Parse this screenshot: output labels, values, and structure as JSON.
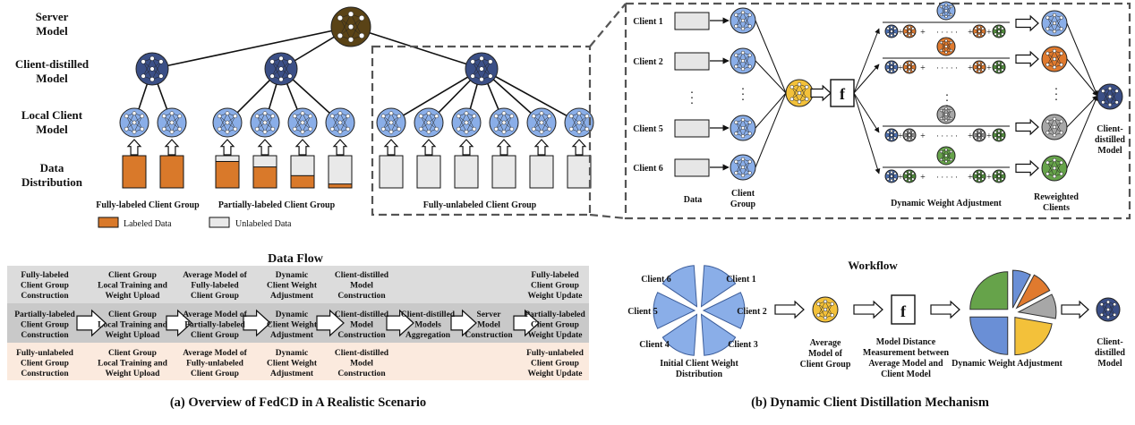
{
  "left": {
    "level_labels": [
      [
        "Server",
        "Model"
      ],
      [
        "Client-distilled",
        "Model"
      ],
      [
        "Local Client",
        "Model"
      ],
      [
        "Data",
        "Distribution"
      ]
    ],
    "group_labels": [
      "Fully-labeled Client Group",
      "Partially-labeled Client Group",
      "Fully-unlabeled Client Group"
    ],
    "labeled_fractions": [
      1,
      1,
      0.82,
      0.65,
      0.38,
      0.12,
      0,
      0,
      0,
      0,
      0,
      0
    ],
    "legend": {
      "labeled": "Labeled Data",
      "unlabeled": "Unlabeled Data"
    }
  },
  "dataflow": {
    "title": "Data Flow",
    "rows": [
      [
        [
          "Fully-labeled",
          "Client Group",
          "Construction"
        ],
        [
          "Client Group",
          "Local Training and",
          "Weight Upload"
        ],
        [
          "Average Model of",
          "Fully-labeled",
          "Client Group"
        ],
        [
          "Dynamic",
          "Client Weight",
          "Adjustment"
        ],
        [
          "Client-distilled",
          "Model",
          "Construction"
        ],
        [
          "Fully-labeled",
          "Client Group",
          "Weight Update"
        ]
      ],
      [
        [
          "Partially-labeled",
          "Client Group",
          "Construction"
        ],
        [
          "Client Group",
          "Local Training and",
          "Weight Upload"
        ],
        [
          "Average Model of",
          "Partially-labeled",
          "Client Group"
        ],
        [
          "Dynamic",
          "Client Weight",
          "Adjustment"
        ],
        [
          "Client-distilled",
          "Model",
          "Construction"
        ],
        [
          "Client-distilled",
          "Models",
          "Aggregation"
        ],
        [
          "Server",
          "Model",
          "Construction"
        ],
        [
          "Partially-labeled",
          "Client Group",
          "Weight Update"
        ]
      ],
      [
        [
          "Fully-unlabeled",
          "Client Group",
          "Construction"
        ],
        [
          "Client Group",
          "Local Training and",
          "Weight Upload"
        ],
        [
          "Average Model of",
          "Fully-unlabeled",
          "Client Group"
        ],
        [
          "Dynamic",
          "Client Weight",
          "Adjustment"
        ],
        [
          "Client-distilled",
          "Model",
          "Construction"
        ],
        [
          "Fully-unlabeled",
          "Client Group",
          "Weight Update"
        ]
      ]
    ]
  },
  "caption_a": "(a) Overview of FedCD in A Realistic Scenario",
  "right": {
    "clients": [
      "Client 1",
      "Client 2",
      "Client 5",
      "Client 6"
    ],
    "ellipsis": ". . .",
    "f_symbol": "f",
    "plus_row": "+  +  · · · +  +",
    "data_label": "Data",
    "client_group_label": [
      "Client",
      "Group"
    ],
    "dwa_label": "Dynamic Weight Adjustment",
    "reweighted_label": [
      "Reweighted",
      "Clients"
    ],
    "distilled_label": [
      "Client-",
      "distilled",
      "Model"
    ]
  },
  "workflow": {
    "title": "Workflow",
    "pie_clients": [
      "Client 6",
      "Client 1",
      "Client 5",
      "Client 2",
      "Client 4",
      "Client 3"
    ],
    "initial_label": [
      "Initial Client Weight",
      "Distribution"
    ],
    "average_label": [
      "Average",
      "Model of",
      "Client Group"
    ],
    "distance_label": [
      "Model Distance",
      "Measurement between",
      "Average Model and",
      "Client Model"
    ],
    "dwa_label": "Dynamic Weight Adjustment",
    "distilled_label": [
      "Client-",
      "distilled",
      "Model"
    ]
  },
  "caption_b": "(b) Dynamic Client Distillation Mechanism",
  "colors": {
    "server": "#5a4316",
    "distilled": "#3b4f86",
    "local": "#8aaee8",
    "orange": "#e07a2e",
    "labeled": "#d9792a",
    "unlabeled": "#e9e9e9",
    "yellow": "#f3c13a",
    "green": "#66a34a",
    "gray": "#a7a7a7",
    "row1": "#dcdcdc",
    "row2": "#c9c9c9",
    "row3": "#fbeade"
  }
}
